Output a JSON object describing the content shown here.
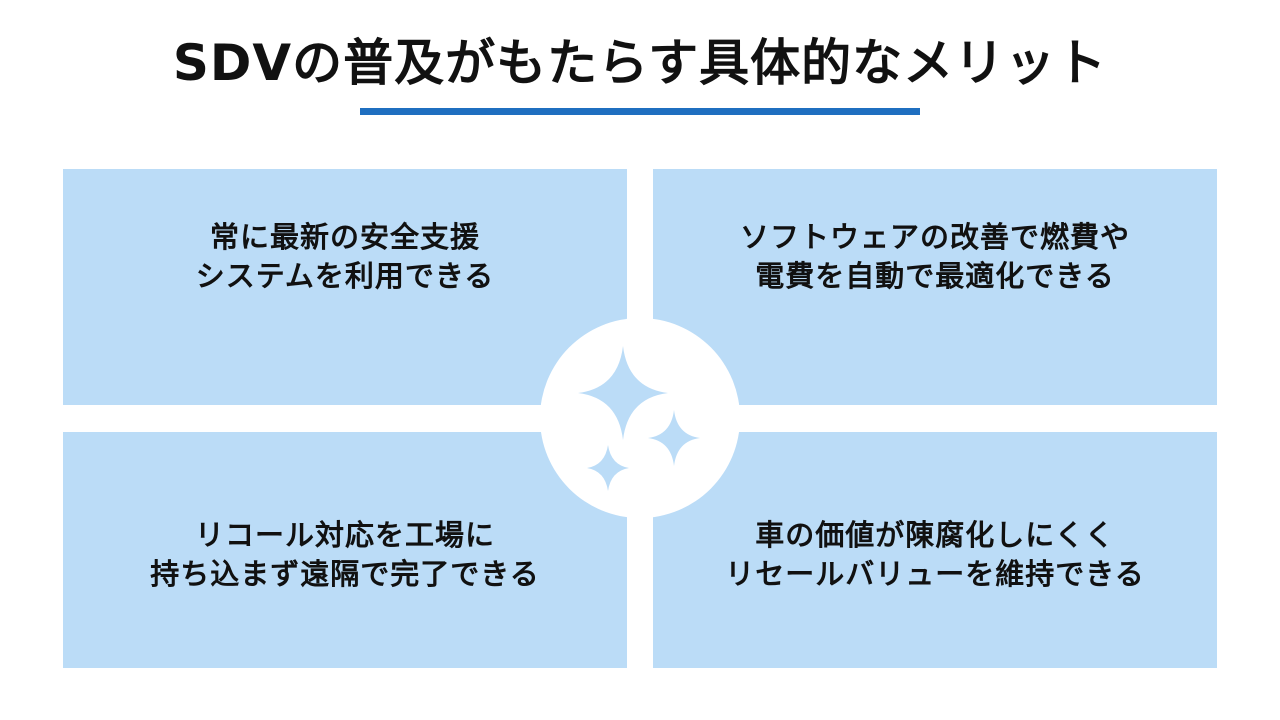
{
  "title": "SDVの普及がもたらす具体的なメリット",
  "colors": {
    "accent": "#1f6fc0",
    "card_bg": "#bbdcf7",
    "sparkle": "#bbdcf7",
    "text": "#111111",
    "background": "#ffffff"
  },
  "cards": [
    {
      "line1": "常に最新の安全支援",
      "line2": "システムを利用できる"
    },
    {
      "line1": "ソフトウェアの改善で燃費や",
      "line2": "電費を自動で最適化できる"
    },
    {
      "line1": "リコール対応を工場に",
      "line2": "持ち込まず遠隔で完了できる"
    },
    {
      "line1": "車の価値が陳腐化しにくく",
      "line2": "リセールバリューを維持できる"
    }
  ],
  "center_icon": "sparkles-icon"
}
